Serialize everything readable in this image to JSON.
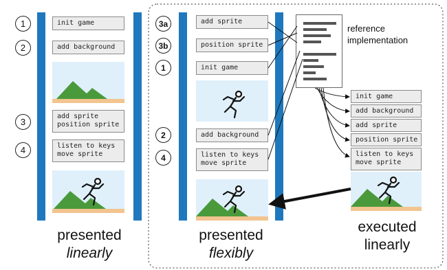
{
  "left": {
    "badges": [
      "1",
      "2",
      "3",
      "4"
    ],
    "steps": [
      "init game",
      "add background",
      "add sprite\nposition sprite",
      "listen to keys\nmove sprite"
    ],
    "caption_line1": "presented",
    "caption_line2": "linearly"
  },
  "middle": {
    "badges": [
      "3a",
      "3b",
      "1",
      "2",
      "4"
    ],
    "steps": [
      "add sprite",
      "position sprite",
      "init game",
      "add background",
      "listen to keys\nmove sprite"
    ],
    "caption_line1": "presented",
    "caption_line2": "flexibly"
  },
  "reference": {
    "label_line1": "reference",
    "label_line2": "implementation"
  },
  "right": {
    "steps": [
      "init game",
      "add background",
      "add sprite",
      "position sprite",
      "listen to keys\nmove sprite"
    ],
    "caption_line1": "executed",
    "caption_line2": "linearly"
  },
  "colors": {
    "bar": "#1f78bd",
    "sky": "#dff0fb",
    "mountain": "#4a9a3c",
    "ground": "#f2c48f",
    "step_fill": "#ececec"
  }
}
